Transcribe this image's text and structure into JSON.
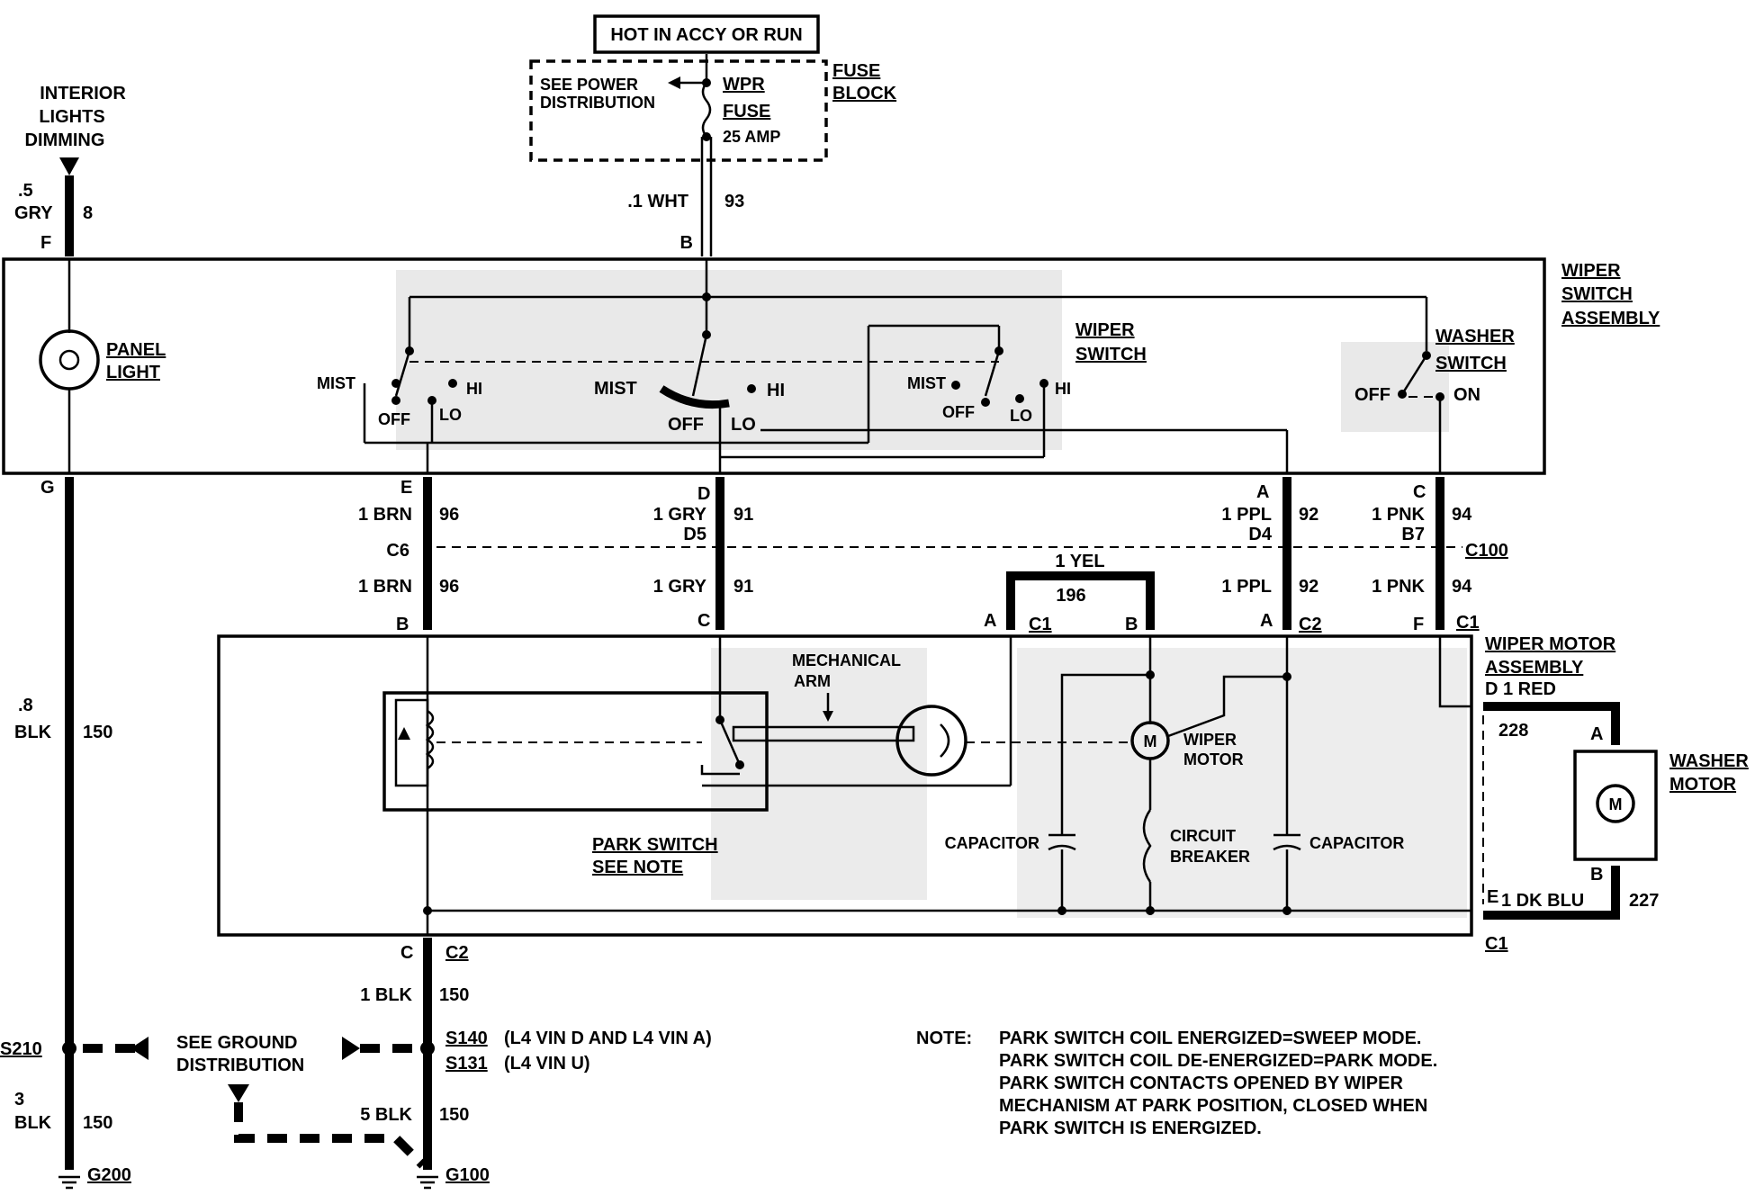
{
  "header": {
    "hot_label": "HOT IN ACCY OR RUN"
  },
  "fuse_block": {
    "title_1": "FUSE",
    "title_2": "BLOCK",
    "see_power_1": "SEE POWER",
    "see_power_2": "DISTRIBUTION",
    "fuse_1": "WPR",
    "fuse_2": "FUSE",
    "fuse_amp": "25 AMP"
  },
  "interior": {
    "line1": "INTERIOR",
    "line2": "LIGHTS",
    "line3": "DIMMING",
    "gauge": ".5",
    "color": "GRY",
    "circuit": "8",
    "pin": "F"
  },
  "feed": {
    "gauge_color": ".1 WHT",
    "circuit": "93",
    "pin": "B"
  },
  "wiper_switch_assembly": {
    "line1": "WIPER",
    "line2": "SWITCH",
    "line3": "ASSEMBLY"
  },
  "panel_light": {
    "line1": "PANEL",
    "line2": "LIGHT"
  },
  "wiper_switch": {
    "line1": "WIPER",
    "line2": "SWITCH",
    "mist": "MIST",
    "hi": "HI",
    "off": "OFF",
    "lo": "LO"
  },
  "washer_switch": {
    "line1": "WASHER",
    "line2": "SWITCH",
    "off": "OFF",
    "on": "ON"
  },
  "switch_pins": {
    "g": "G",
    "e": "E",
    "d": "D",
    "a": "A",
    "c": "C"
  },
  "wires_upper": [
    {
      "label": "1 BRN",
      "circuit": "96"
    },
    {
      "label": "1 GRY",
      "circuit": "91"
    },
    {
      "label": "1 PPL",
      "circuit": "92"
    },
    {
      "label": "1 PNK",
      "circuit": "94"
    }
  ],
  "c100": {
    "c6": "C6",
    "d5": "D5",
    "d4": "D4",
    "b7": "B7",
    "name": "C100"
  },
  "wires_lower": [
    {
      "label": "1 BRN",
      "circuit": "96"
    },
    {
      "label": "1 GRY",
      "circuit": "91"
    },
    {
      "label": "1 PPL",
      "circuit": "92"
    },
    {
      "label": "1 PNK",
      "circuit": "94"
    }
  ],
  "yel_wire": {
    "label": "1 YEL",
    "circuit": "196"
  },
  "motor_pins": {
    "b1": "B",
    "c1": "C",
    "a1": "A",
    "c1_name": "C1",
    "b2": "B",
    "a2": "A",
    "c2_name": "C2",
    "f": "F",
    "c1b_name": "C1"
  },
  "wiper_motor_assembly": {
    "line1": "WIPER MOTOR",
    "line2": "ASSEMBLY"
  },
  "red_wire": {
    "label": "D 1 RED",
    "circuit": "228"
  },
  "washer_motor": {
    "line1": "WASHER",
    "line2": "MOTOR",
    "pin_a": "A",
    "pin_b": "B",
    "symbol": "M"
  },
  "blu_wire": {
    "pin": "E",
    "label": "1 DK BLU",
    "circuit": "227",
    "connector": "C1"
  },
  "mechanical_arm": {
    "line1": "MECHANICAL",
    "line2": "ARM"
  },
  "wiper_motor": {
    "line1": "WIPER",
    "line2": "MOTOR",
    "symbol": "M"
  },
  "capacitor_left": "CAPACITOR",
  "capacitor_right": "CAPACITOR",
  "circuit_breaker": {
    "line1": "CIRCUIT",
    "line2": "BREAKER"
  },
  "park_switch": {
    "line1": "PARK SWITCH",
    "line2": "SEE NOTE"
  },
  "left_ground_wire": {
    "gauge": ".8",
    "color": "BLK",
    "circuit": "150"
  },
  "s210": "S210",
  "lower_left_wire": {
    "gauge": "3",
    "color": "BLK",
    "circuit": "150"
  },
  "g200": "G200",
  "c2_bottom": {
    "pin": "C",
    "name": "C2"
  },
  "blk_wire": {
    "label": "1 BLK",
    "circuit": "150"
  },
  "splices": {
    "s140": "S140",
    "s140_desc": "(L4 VIN D AND L4 VIN A)",
    "s131": "S131",
    "s131_desc": "(L4 VIN U)"
  },
  "ground_dist": {
    "line1": "SEE GROUND",
    "line2": "DISTRIBUTION"
  },
  "blk5_wire": {
    "label": "5 BLK",
    "circuit": "150"
  },
  "g100": "G100",
  "note": {
    "label": "NOTE:",
    "lines": [
      "PARK SWITCH COIL ENERGIZED=SWEEP MODE.",
      "PARK SWITCH COIL DE-ENERGIZED=PARK MODE.",
      "PARK SWITCH CONTACTS OPENED BY WIPER",
      "MECHANISM AT PARK POSITION, CLOSED WHEN",
      "PARK SWITCH IS ENERGIZED."
    ]
  }
}
